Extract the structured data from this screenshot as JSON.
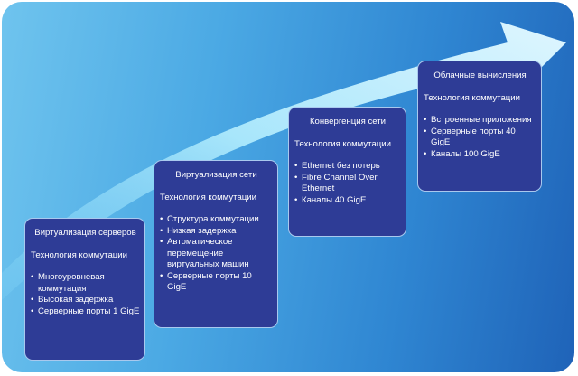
{
  "boxes": [
    {
      "title": "Виртуализация серверов",
      "subtitle": "Технология коммутации",
      "items": [
        "Многоуровневая коммутация",
        "Высокая задержка",
        "Серверные порты 1 GigE"
      ]
    },
    {
      "title": "Виртуализация сети",
      "subtitle": "Технология коммутации",
      "items": [
        "Структура коммутации",
        "Низкая задержка",
        "Автоматическое перемещение виртуальных машин",
        "Серверные порты 10 GigE"
      ]
    },
    {
      "title": "Конвергенция сети",
      "subtitle": "Технология коммутации",
      "items": [
        "Ethernet без потерь",
        "Fibre Channel Over Ethernet",
        "Каналы 40 GigE"
      ]
    },
    {
      "title": "Облачные вычисления",
      "subtitle": "Технология коммутации",
      "items": [
        "Встроенные приложения",
        "Серверные порты 40 GigE",
        "Каналы 100 GigE"
      ]
    }
  ],
  "colors": {
    "box": "#2e3c96",
    "arrow": "#9fe0fa"
  }
}
